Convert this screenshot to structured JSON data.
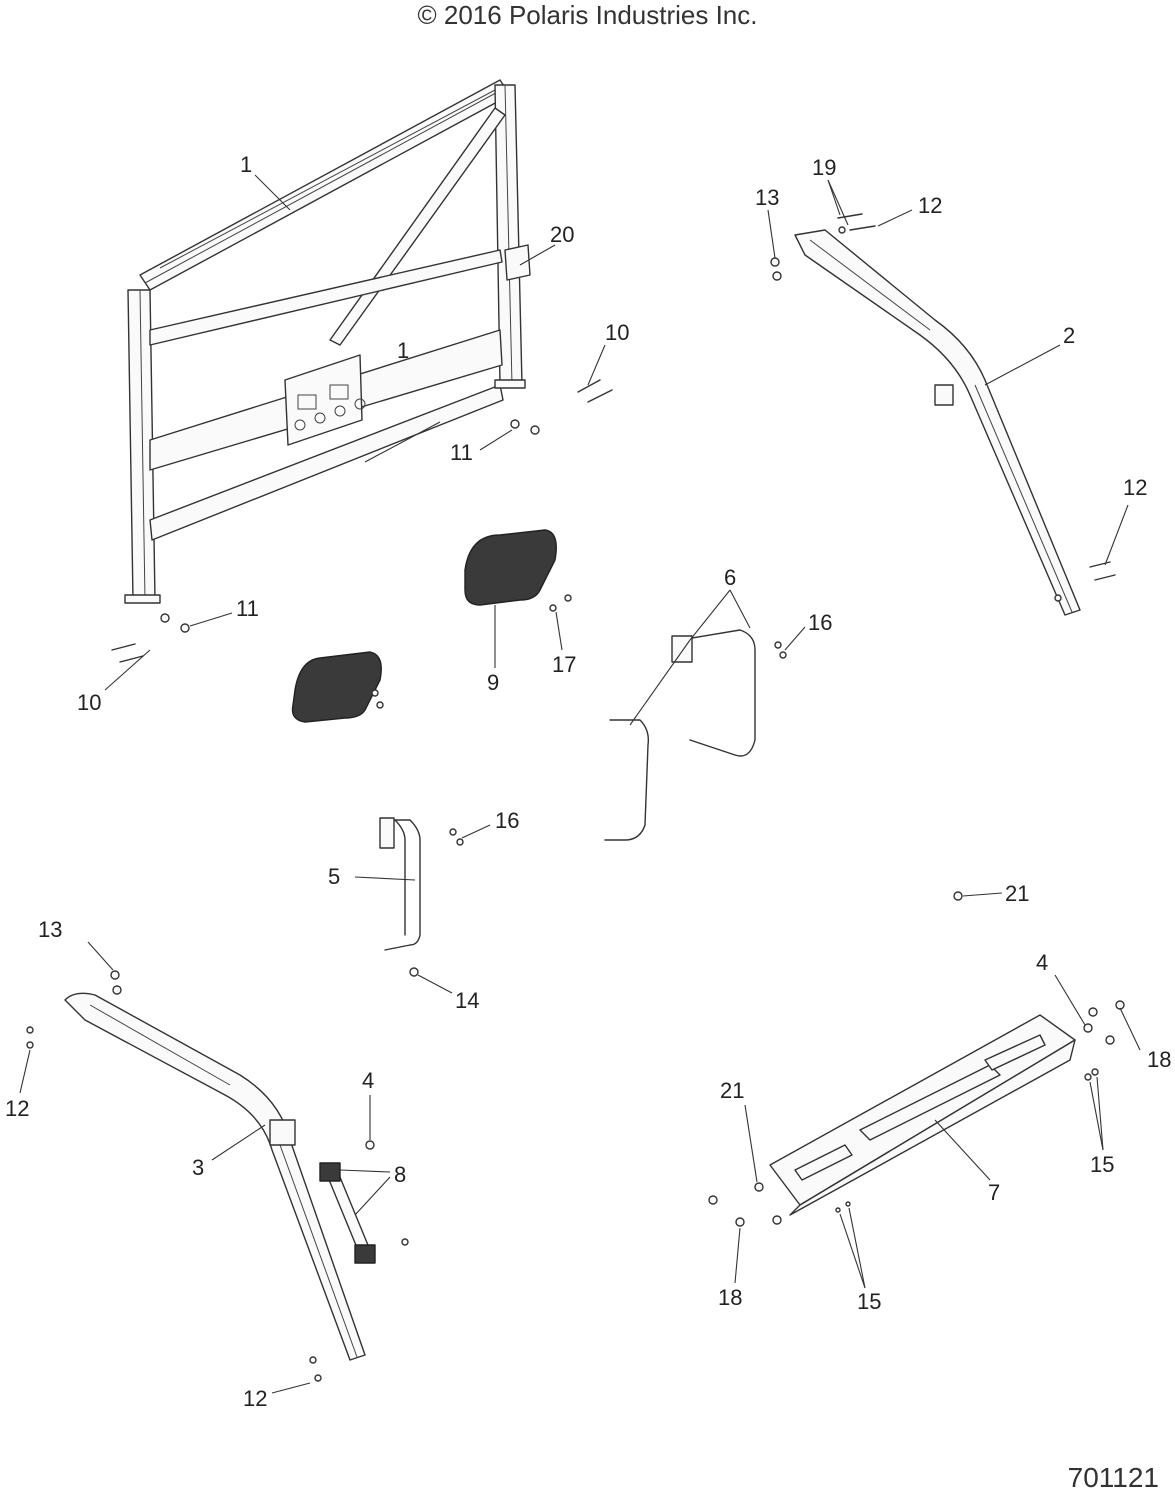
{
  "header": {
    "copyright": "© 2016 Polaris Industries Inc."
  },
  "footer": {
    "diagram_id": "701121"
  },
  "callouts": [
    {
      "label": "1"
    },
    {
      "label": "1"
    },
    {
      "label": "20"
    },
    {
      "label": "10"
    },
    {
      "label": "11"
    },
    {
      "label": "13"
    },
    {
      "label": "19"
    },
    {
      "label": "12"
    },
    {
      "label": "2"
    },
    {
      "label": "12"
    },
    {
      "label": "11"
    },
    {
      "label": "10"
    },
    {
      "label": "9"
    },
    {
      "label": "17"
    },
    {
      "label": "6"
    },
    {
      "label": "16"
    },
    {
      "label": "16"
    },
    {
      "label": "5"
    },
    {
      "label": "14"
    },
    {
      "label": "21"
    },
    {
      "label": "13"
    },
    {
      "label": "12"
    },
    {
      "label": "3"
    },
    {
      "label": "4"
    },
    {
      "label": "8"
    },
    {
      "label": "12"
    },
    {
      "label": "4"
    },
    {
      "label": "18"
    },
    {
      "label": "21"
    },
    {
      "label": "7"
    },
    {
      "label": "15"
    },
    {
      "label": "18"
    },
    {
      "label": "15"
    }
  ]
}
